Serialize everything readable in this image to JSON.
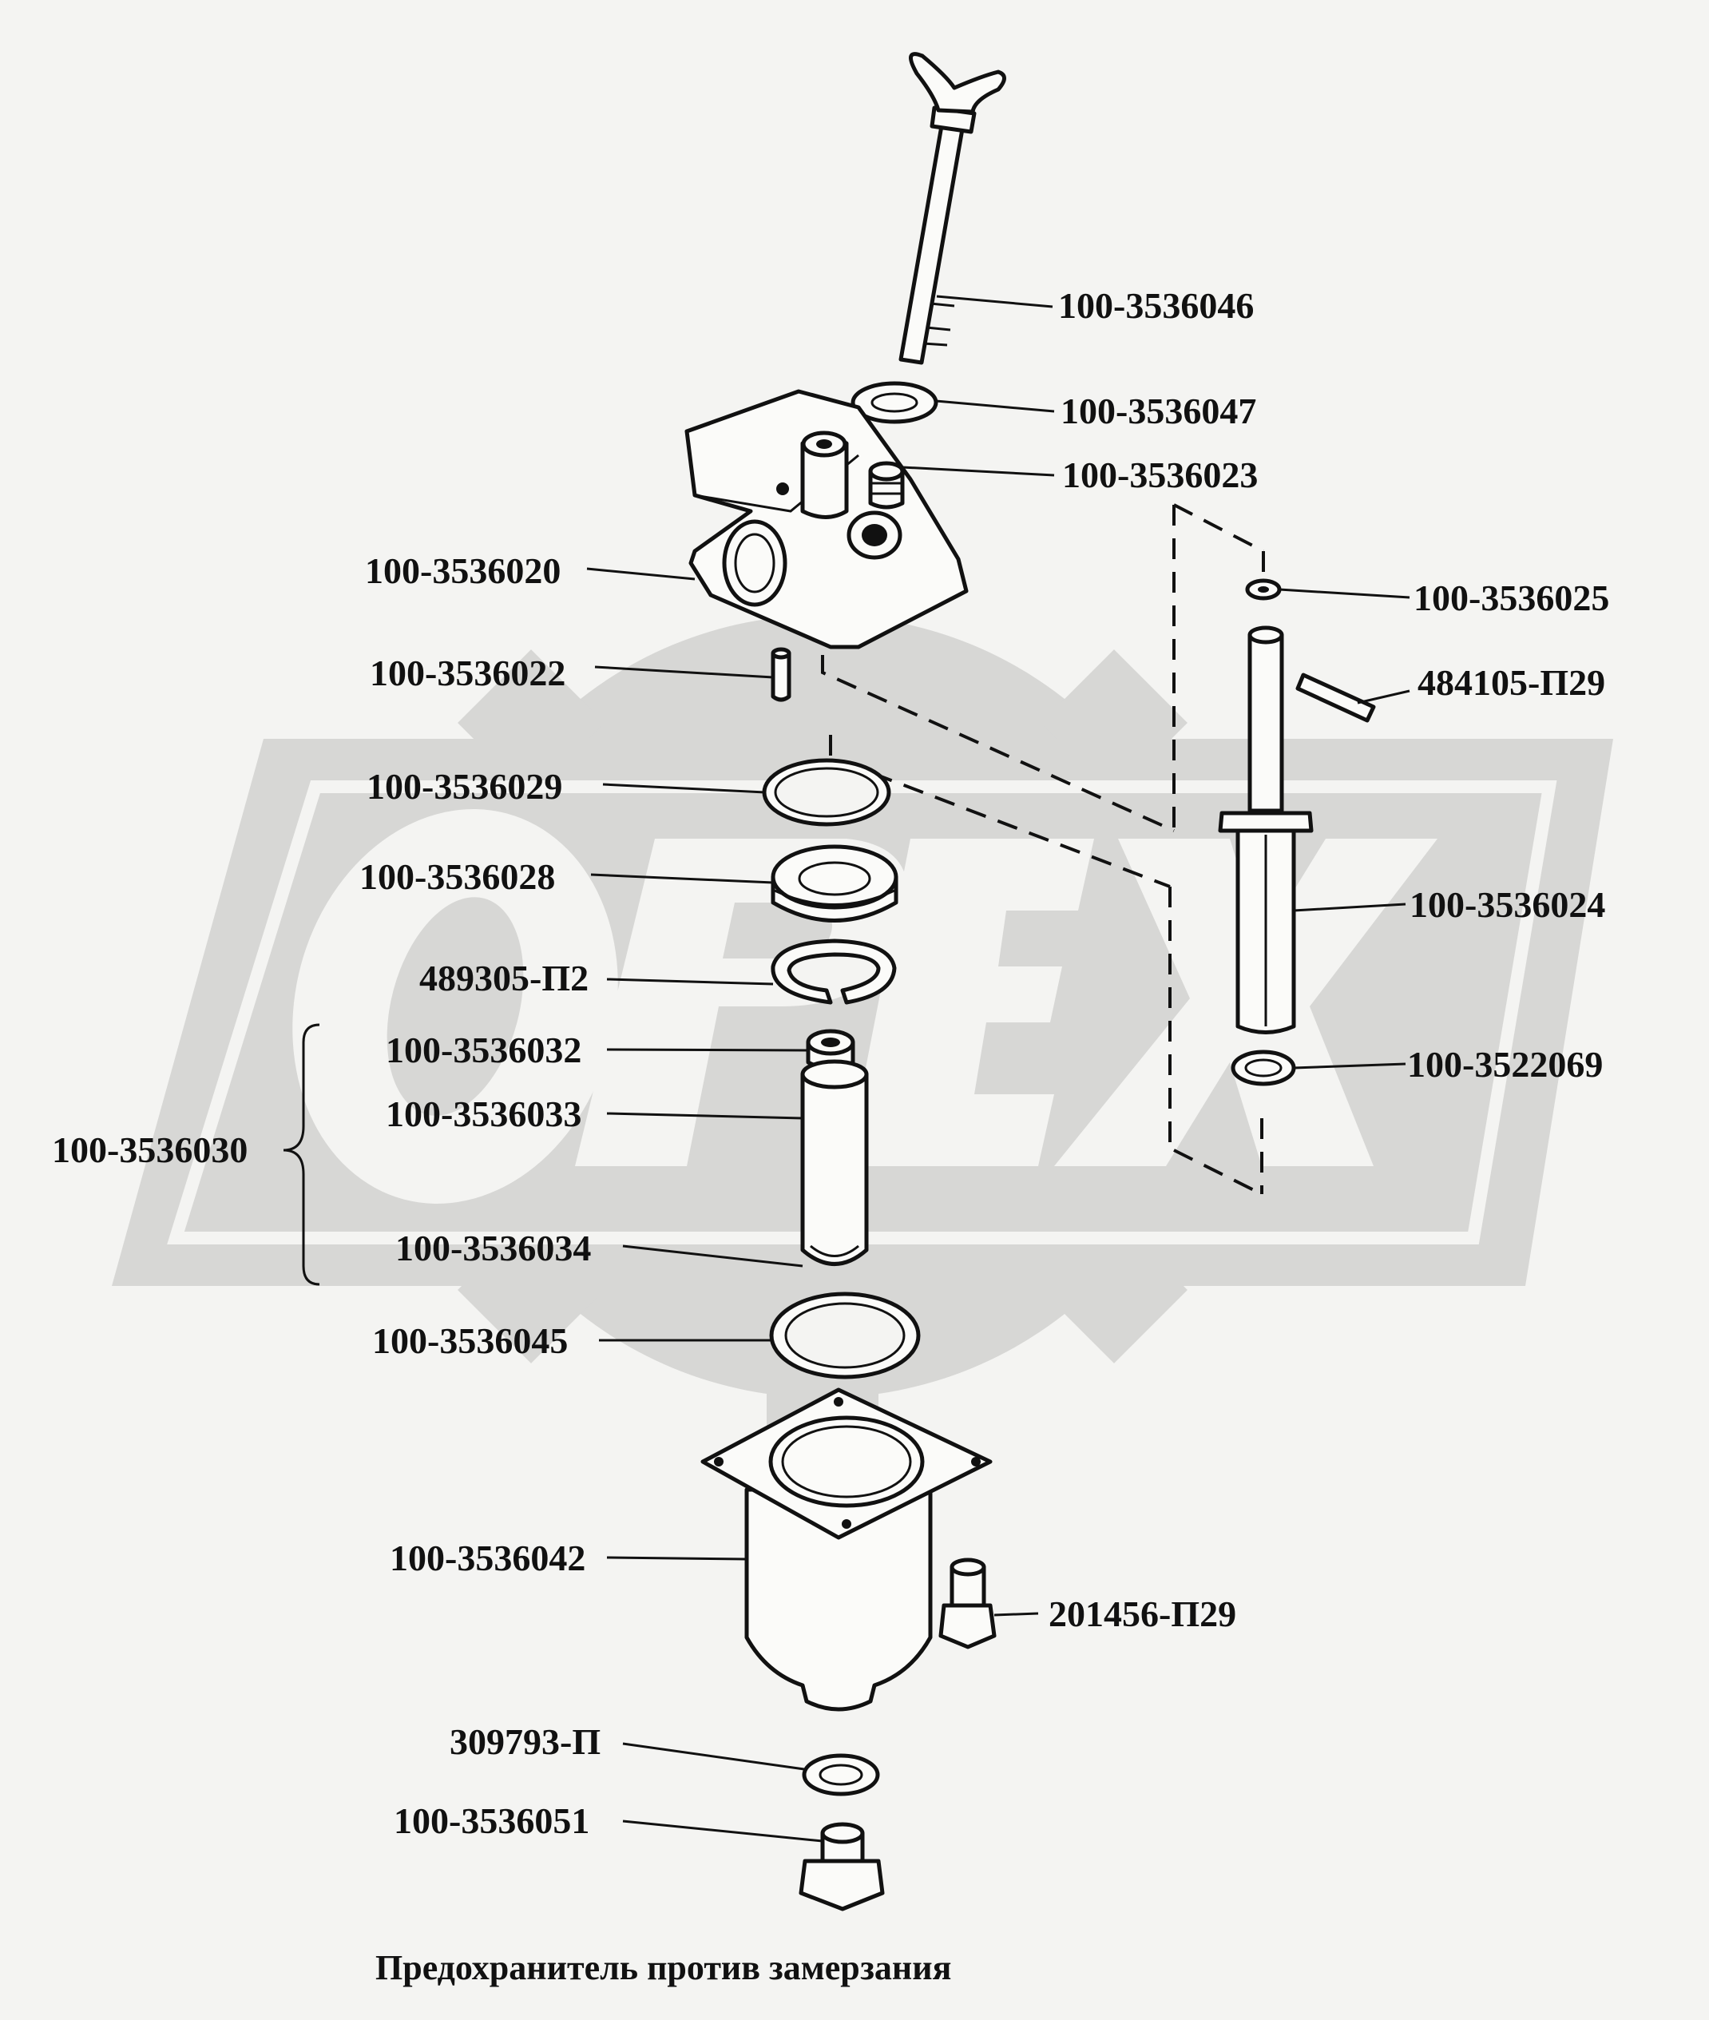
{
  "title": "Предохранитель против замерзания",
  "watermark": {
    "text": "OPEX",
    "color": "#d7d7d5"
  },
  "parts": {
    "p3536046": "100-3536046",
    "p3536047": "100-3536047",
    "p3536023": "100-3536023",
    "p3536020": "100-3536020",
    "p3536025": "100-3536025",
    "p484105": "484105-П29",
    "p3536022": "100-3536022",
    "p3536029": "100-3536029",
    "p3536028": "100-3536028",
    "p3536024": "100-3536024",
    "p489305": "489305-П2",
    "p3536032": "100-3536032",
    "p3522069": "100-3522069",
    "p3536033": "100-3536033",
    "p3536030": "100-3536030",
    "p3536034": "100-3536034",
    "p3536045": "100-3536045",
    "p3536042": "100-3536042",
    "p201456": "201456-П29",
    "p309793": "309793-П",
    "p3536051": "100-3536051"
  }
}
